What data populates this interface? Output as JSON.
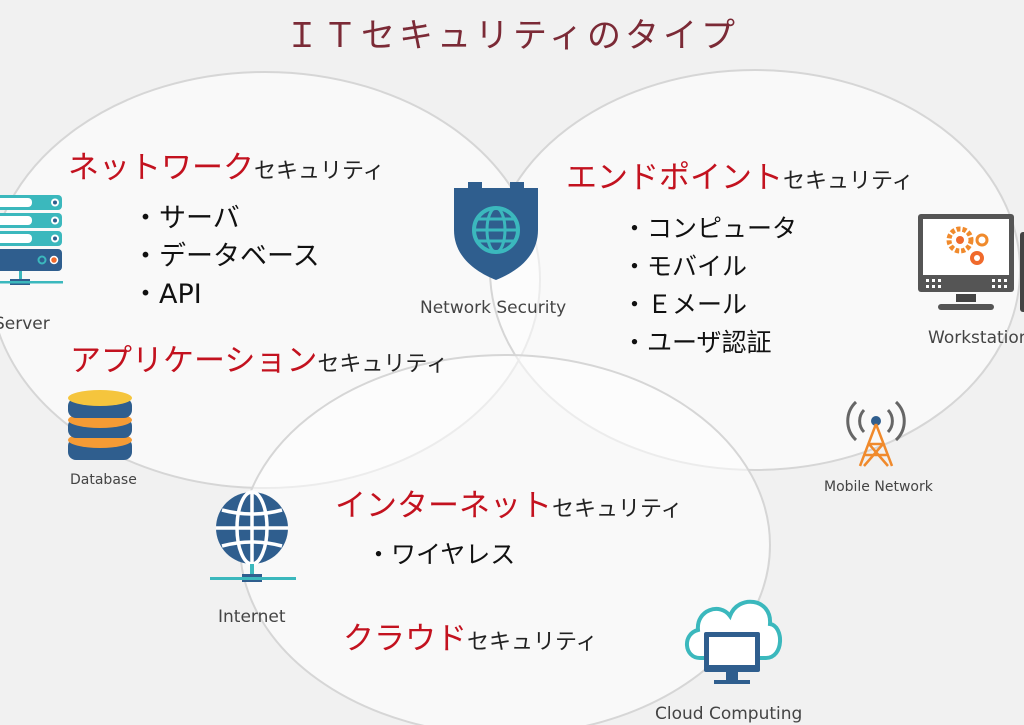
{
  "title": "ＩＴセキュリティのタイプ",
  "sections": {
    "network": {
      "accent": "ネットワーク",
      "suffix": "セキュリティ",
      "items": [
        "・サーバ",
        "・データベース",
        "・API"
      ]
    },
    "application": {
      "accent": "アプリケーション",
      "suffix": "セキュリティ"
    },
    "endpoint": {
      "accent": "エンドポイント",
      "suffix": "セキュリティ",
      "items": [
        "・コンピュータ",
        "・モバイル",
        "・Ｅメール",
        "・ユーザ認証"
      ]
    },
    "internet": {
      "accent": "インターネット",
      "suffix": "セキュリティ",
      "items": [
        "・ワイヤレス"
      ]
    },
    "cloud": {
      "accent": "クラウド",
      "suffix": "セキュリティ"
    }
  },
  "icons": {
    "server": "Server",
    "database": "Database",
    "network_security": "Network Security",
    "workstation": "Workstation",
    "mobile_network": "Mobile Network",
    "internet": "Internet",
    "cloud_computing": "Cloud Computing"
  },
  "colors": {
    "title": "#7b2a36",
    "accent": "#c3121f",
    "blue": "#2f5e8e",
    "teal": "#3bb8bd",
    "orange": "#f08a2c"
  }
}
